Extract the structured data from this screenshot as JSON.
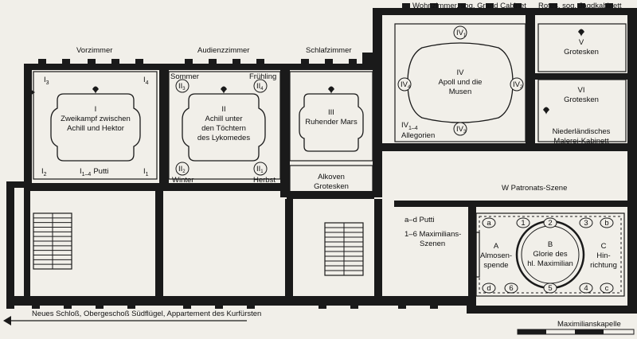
{
  "rooms": {
    "vorzimmer": "Vorzimmer",
    "audienzzimmer": "Audienzzimmer",
    "schlafzimmer": "Schlafzimmer",
    "wohnzimmer": "Wohnzimmer, sog. Grand Cabinet",
    "jagdkabinett": "Rotes, sog. Jagdkabinett"
  },
  "ceilings": {
    "I": [
      "I",
      "Zweikampf zwischen",
      "Achill und Hektor"
    ],
    "II": [
      "II",
      "Achill unter",
      "den Töchtern",
      "des Lykomedes"
    ],
    "III": [
      "III",
      "Ruhender Mars"
    ],
    "IV": [
      "IV",
      "Apoll und die",
      "Musen"
    ],
    "V": [
      "V",
      "Grotesken"
    ],
    "VI": [
      "VI",
      "Grotesken"
    ],
    "alkoven": [
      "Alkoven",
      "Grotesken"
    ]
  },
  "corner_marks": {
    "I1": "I",
    "I2": "I",
    "I3": "I",
    "I4": "I",
    "I_sub": [
      "1",
      "2",
      "3",
      "4"
    ],
    "putti_range": "I",
    "putti_range_sub": "1–4",
    "putti": "Putti",
    "II1": "II",
    "II2": "II",
    "II3": "II",
    "II4": "II",
    "sommer": "Sommer",
    "fruehling": "Frühling",
    "winter": "Winter",
    "herbst": "Herbst",
    "IV1": "IV",
    "IV2": "IV",
    "IV3": "IV",
    "IV4": "IV",
    "IV_range": "IV",
    "IV_range_sub": "1–4",
    "allegorien": "Allegorien"
  },
  "cabinet": [
    "Niederländisches",
    "Malerei-Kabinett"
  ],
  "legend": {
    "W": "W  Patronats-Szene",
    "ad": "a–d  Putti",
    "s16": [
      "1–6  Maximilians-",
      "Szenen"
    ]
  },
  "chapel": {
    "A": [
      "A",
      "Almosen-",
      "spende"
    ],
    "B": [
      "B",
      "Glorie des",
      "hl. Maximilian"
    ],
    "C": [
      "C",
      "Hin-",
      "richtung"
    ],
    "corners": [
      "a",
      "b",
      "c",
      "d"
    ],
    "numbers": [
      "1",
      "2",
      "3",
      "4",
      "5",
      "6"
    ],
    "name": "Maximilianskapelle"
  },
  "caption": "Neues Schloß, Obergeschoß Südflügel, Appartement des Kurfürsten",
  "colors": {
    "ink": "#1a1a1a",
    "paper": "#f1efe9"
  }
}
